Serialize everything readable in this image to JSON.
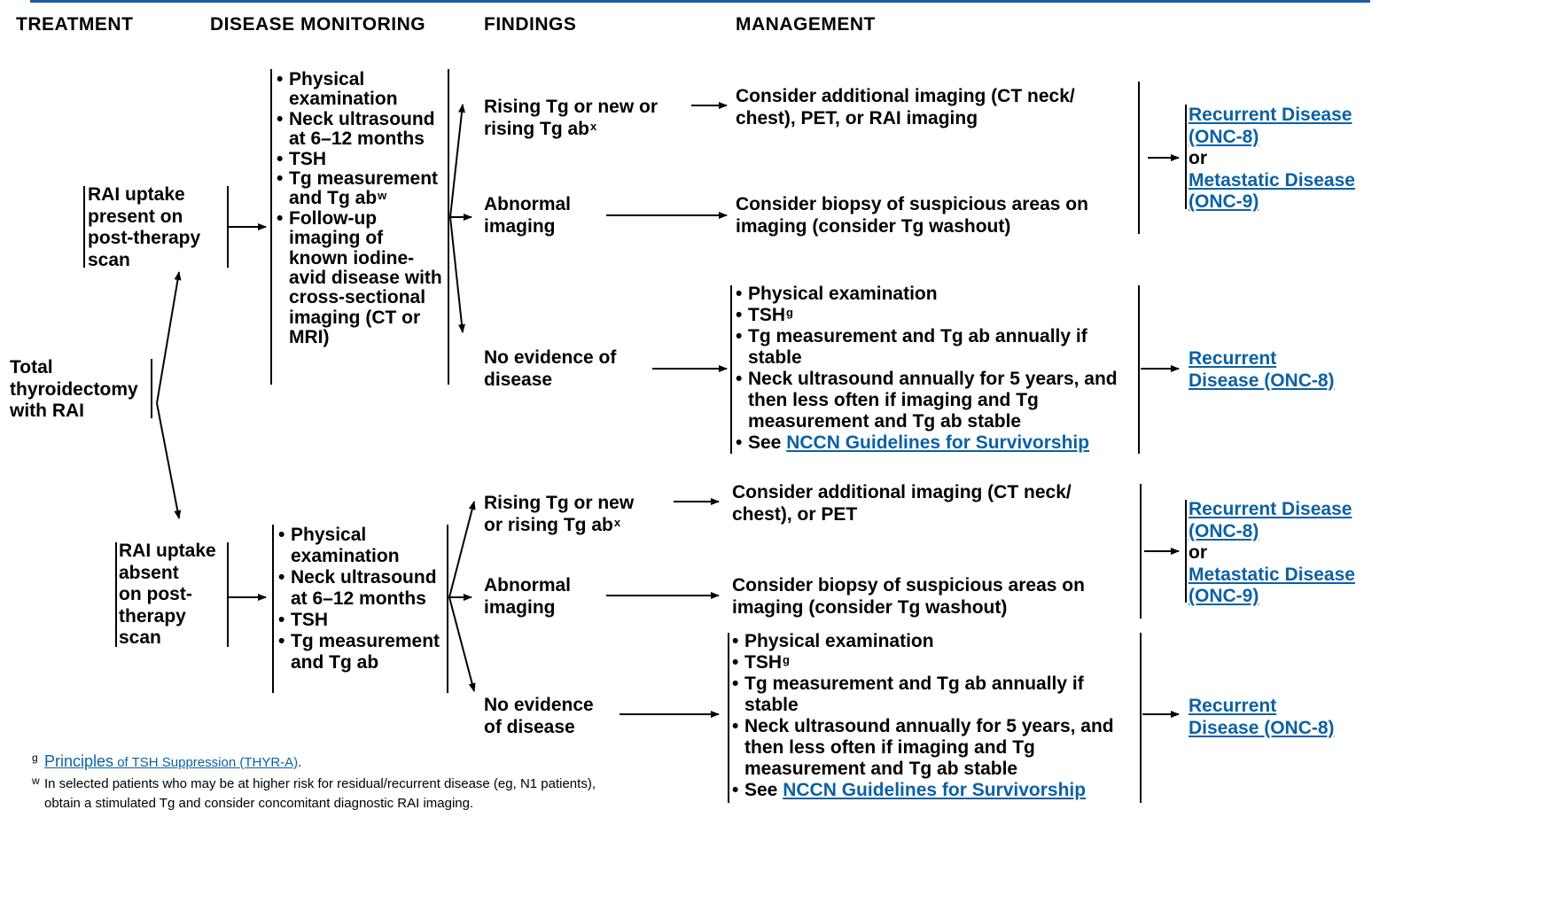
{
  "headers": {
    "treatment": "TREATMENT",
    "monitoring": "DISEASE MONITORING",
    "findings": "FINDINGS",
    "management": "MANAGEMENT"
  },
  "treatment": {
    "line1": "Total",
    "line2": "thyroidectomy",
    "line3": "with RAI"
  },
  "upper": {
    "uptake": [
      "RAI uptake",
      "present on",
      "post-therapy",
      "scan"
    ],
    "monitoring": {
      "items": [
        "Physical examination",
        "Neck ultrasound at 6–12 months",
        "TSH",
        "Tg measurement and Tg ab",
        "Follow-up imaging of known iodine-avid disease with cross-sectional imaging (CT or MRI)"
      ],
      "sup_tg": "w"
    },
    "findings": {
      "rising": "Rising Tg or new or rising Tg ab",
      "rising_sup": "x",
      "abnormal": "Abnormal imaging",
      "ned": "No evidence of disease"
    },
    "management": {
      "rising": "Consider additional imaging (CT neck/ chest), PET, or RAI imaging",
      "abnormal": "Consider biopsy of suspicious areas on imaging (consider Tg washout)",
      "ned_items": [
        "Physical examination",
        "TSH",
        "Tg measurement and Tg ab annually if stable",
        "Neck ultrasound annually for 5 years, and then less often if imaging and Tg measurement and Tg ab stable"
      ],
      "tsh_sup": "g",
      "see_prefix": "See ",
      "see_link": "NCCN Guidelines for Survivorship"
    },
    "outcomes": {
      "recurrent": "Recurrent Disease (ONC-8)",
      "or": "or",
      "metastatic": "Metastatic Disease (ONC-9)",
      "recurrent2": "Recurrent Disease (ONC-8)"
    }
  },
  "lower": {
    "uptake": [
      "RAI uptake",
      "absent",
      "on post-",
      "therapy",
      "scan"
    ],
    "monitoring": {
      "items": [
        "Physical examination",
        "Neck ultrasound at 6–12 months",
        "TSH",
        "Tg measurement and Tg ab"
      ]
    },
    "findings": {
      "rising": "Rising Tg or new or rising Tg ab",
      "rising_sup": "x",
      "abnormal": "Abnormal imaging",
      "ned": "No evidence of disease"
    },
    "management": {
      "rising": "Consider additional imaging (CT neck/ chest), or PET",
      "abnormal": "Consider biopsy of suspicious areas on imaging (consider Tg washout)",
      "ned_items": [
        "Physical examination",
        "TSH",
        "Tg measurement and Tg ab annually if stable",
        "Neck ultrasound annually for 5 years, and then less often if imaging and Tg measurement and Tg ab stable"
      ],
      "tsh_sup": "g",
      "see_prefix": "See ",
      "see_link": "NCCN Guidelines for Survivorship"
    },
    "outcomes": {
      "recurrent": "Recurrent Disease (ONC-8)",
      "or": "or",
      "metastatic": "Metastatic Disease (ONC-9)",
      "recurrent2": "Recurrent Disease (ONC-8)"
    }
  },
  "footnotes": {
    "g_mark": "g",
    "g_link": "Principles",
    "g_link_small": " of TSH Suppression (THYR-A)",
    "g_tail": ".",
    "w_mark": "w",
    "w_text": "In selected patients who may be at higher risk for residual/recurrent disease (eg, N1 patients), obtain a stimulated Tg and consider concomitant diagnostic RAI imaging."
  },
  "colors": {
    "link": "#0b61a4",
    "rule": "#1a5fa6"
  }
}
